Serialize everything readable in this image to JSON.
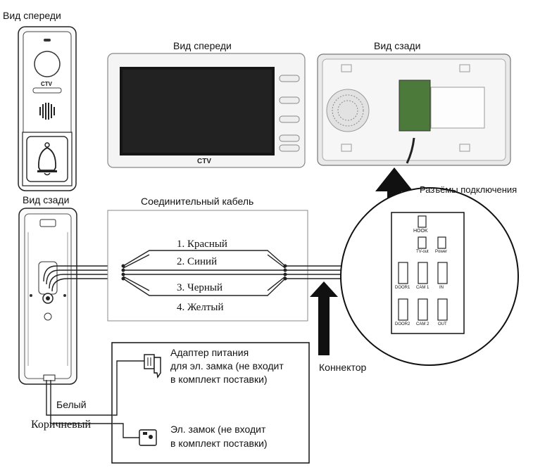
{
  "panel_front_title": "Вид спереди",
  "panel_back_title": "Вид сзади",
  "monitor_front_title": "Вид спереди",
  "monitor_back_title": "Вид сзади",
  "connectors_title": "Разъёмы подключения",
  "cable_title": "Соединительный кабель",
  "wires": [
    "1. Красный",
    "2. Синий",
    "3. Черный",
    "4. Желтый"
  ],
  "connector_label": "Коннектор",
  "adapter_label": [
    "Адаптер питания",
    "для эл. замка (не входит",
    "в комплект поставки)"
  ],
  "lock_label": [
    "Эл. замок (не входит",
    "в комплект поставки)"
  ],
  "white_wire": "Белый",
  "brown_wire": "Коричневый",
  "brand": "CTV",
  "port_labels": [
    "HOOK",
    "TV-out",
    "Power",
    "DOOR1",
    "CAM 1",
    "IN",
    "DOOR2",
    "CAM 2",
    "OUT"
  ]
}
